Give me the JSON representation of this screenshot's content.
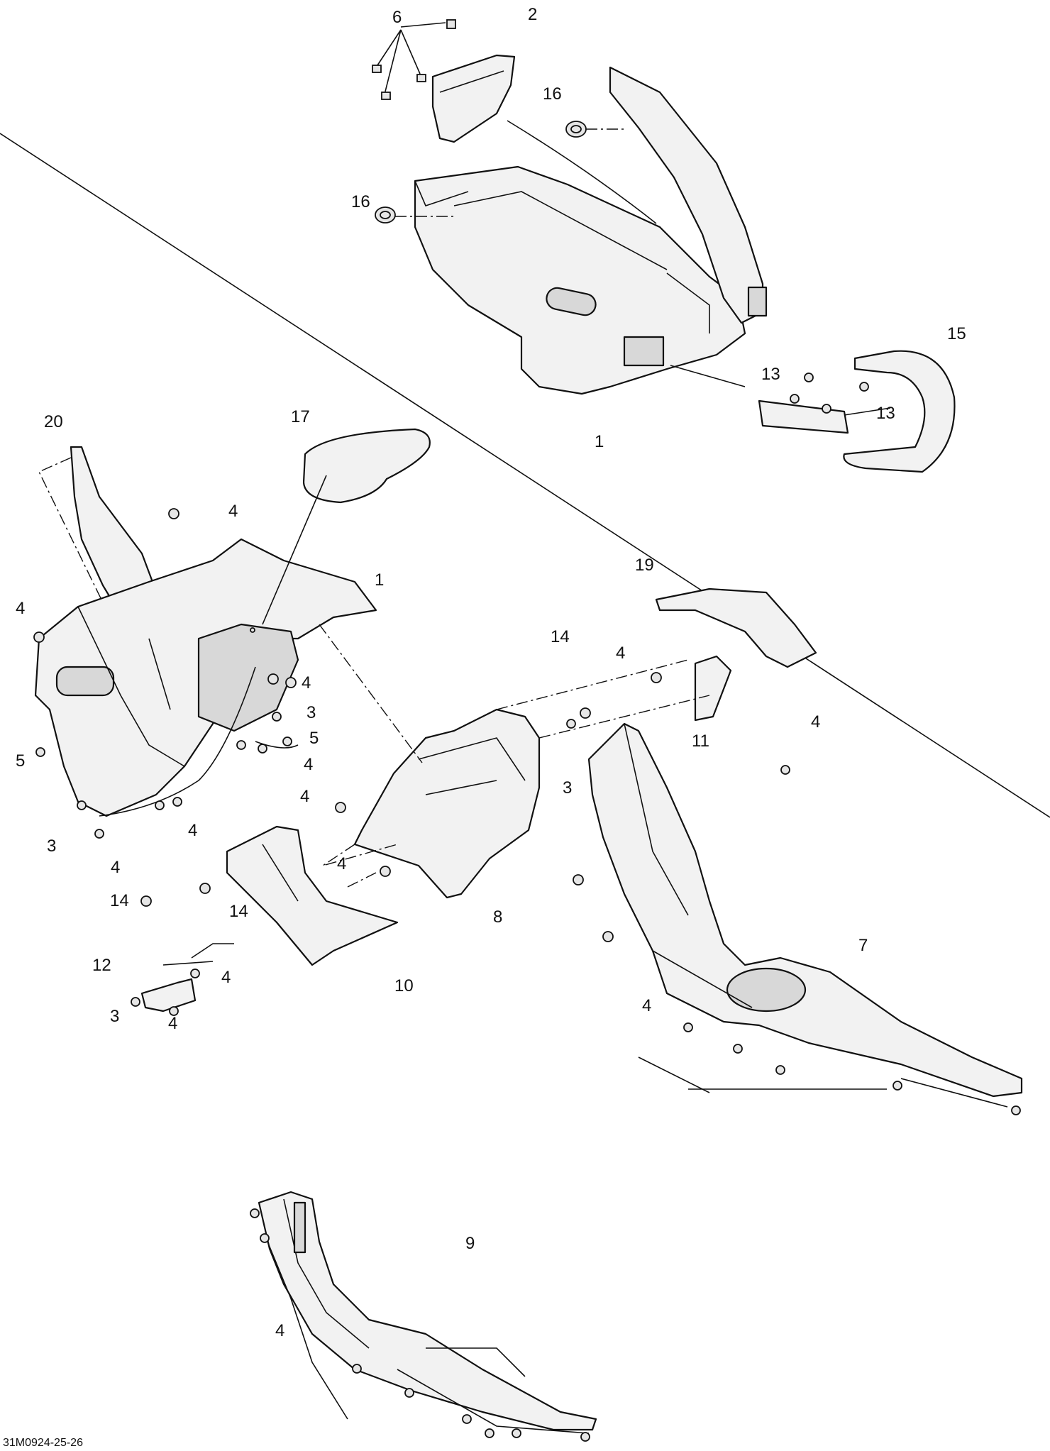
{
  "drawing_ref": "31M0924-25-26",
  "callouts": [
    {
      "label": "6"
    },
    {
      "label": "2"
    },
    {
      "label": "16"
    },
    {
      "label": "16"
    },
    {
      "label": "15"
    },
    {
      "label": "13"
    },
    {
      "label": "13"
    },
    {
      "label": "1"
    },
    {
      "label": "20"
    },
    {
      "label": "17"
    },
    {
      "label": "4"
    },
    {
      "label": "1"
    },
    {
      "label": "4"
    },
    {
      "label": "4"
    },
    {
      "label": "3"
    },
    {
      "label": "5"
    },
    {
      "label": "4"
    },
    {
      "label": "5"
    },
    {
      "label": "3"
    },
    {
      "label": "4"
    },
    {
      "label": "4"
    },
    {
      "label": "19"
    },
    {
      "label": "14"
    },
    {
      "label": "4"
    },
    {
      "label": "4"
    },
    {
      "label": "11"
    },
    {
      "label": "3"
    },
    {
      "label": "4"
    },
    {
      "label": "4"
    },
    {
      "label": "14"
    },
    {
      "label": "14"
    },
    {
      "label": "8"
    },
    {
      "label": "12"
    },
    {
      "label": "4"
    },
    {
      "label": "10"
    },
    {
      "label": "3"
    },
    {
      "label": "4"
    },
    {
      "label": "7"
    },
    {
      "label": "4"
    },
    {
      "label": "9"
    },
    {
      "label": "4"
    }
  ]
}
